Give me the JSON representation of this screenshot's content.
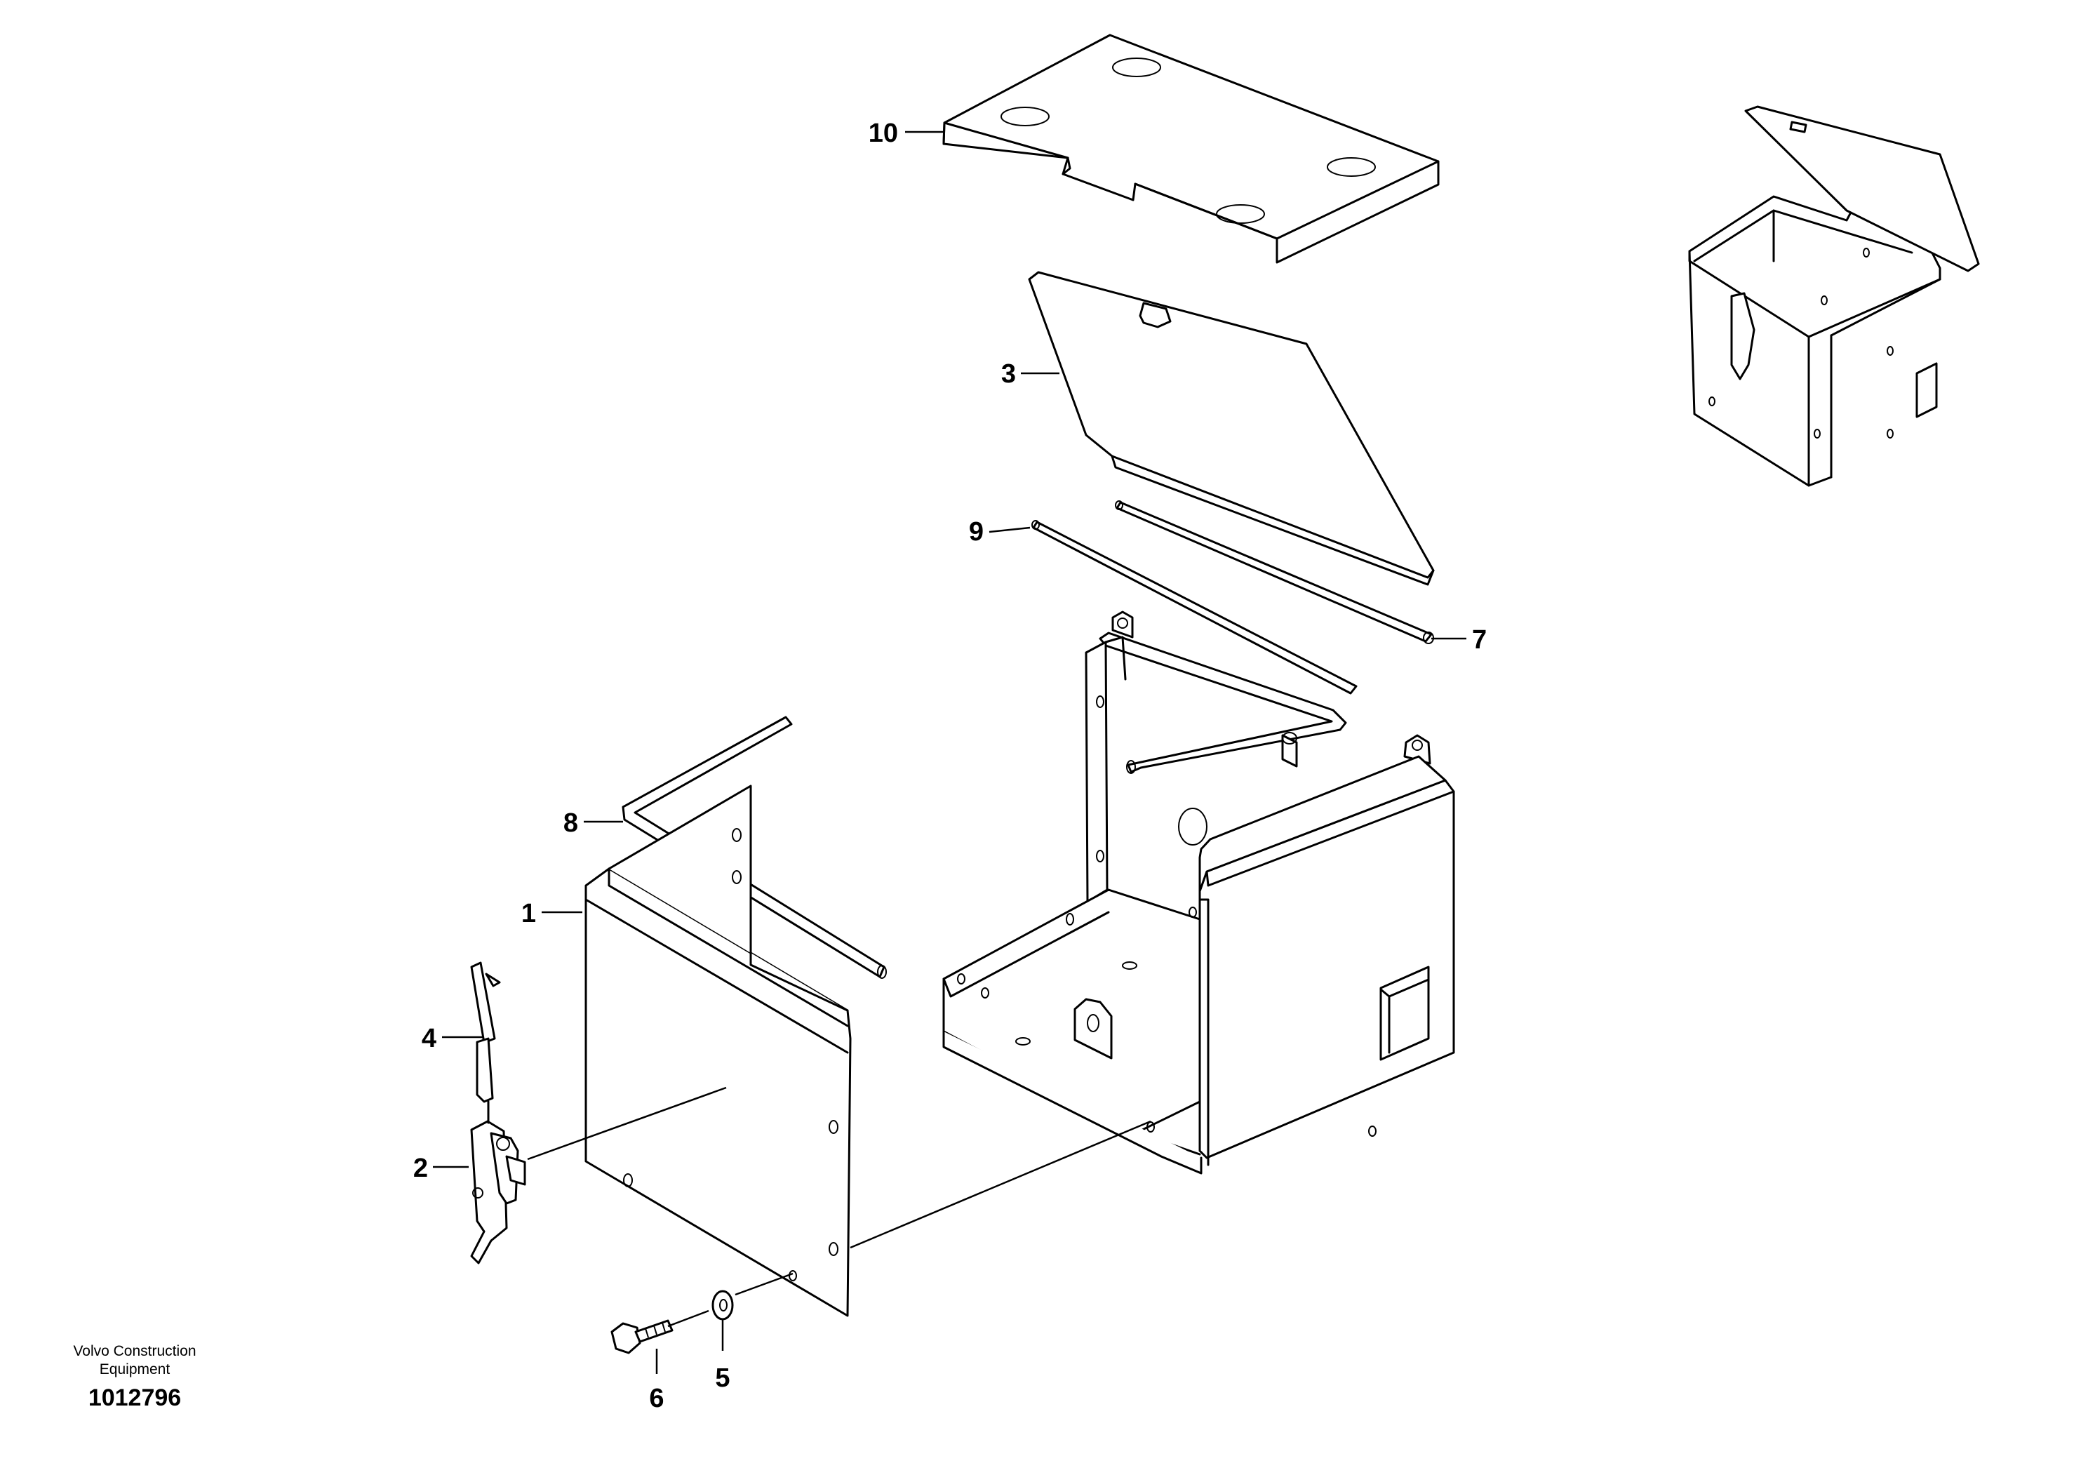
{
  "callouts": {
    "c1": "1",
    "c2": "2",
    "c3": "3",
    "c4": "4",
    "c5": "5",
    "c6": "6",
    "c7": "7",
    "c8": "8",
    "c9": "9",
    "c10": "10"
  },
  "footer": {
    "maker_line1": "Volvo Construction",
    "maker_line2": "Equipment",
    "doc_number": "1012796"
  }
}
